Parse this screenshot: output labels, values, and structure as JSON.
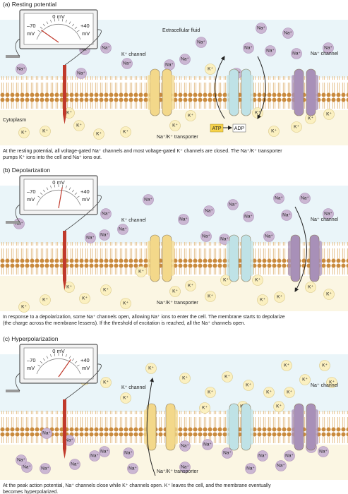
{
  "colors": {
    "extracellular": "#eaf5f9",
    "cytoplasm": "#fbf6e3",
    "lipid_head": "#c98a3d",
    "lipid_tail": "#e7c79a",
    "na_ion": "#cbb7d3",
    "k_ion": "#fbf0c0",
    "k_channel": "#f3d88a",
    "na_channel": "#a890b8",
    "transporter": "#bfe2e6",
    "electrode": "#c0392b"
  },
  "panels": [
    {
      "title": "(a) Resting potential",
      "meter": {
        "zero": "0 mV",
        "minus": "–70",
        "plus": "+40",
        "unit_left": "mV",
        "unit_right": "mV",
        "needle_value": -70
      },
      "labels": {
        "extracellular": "Extracellular fluid",
        "cytoplasm": "Cytoplasm",
        "k_channel": "K⁺ channel",
        "na_channel": "Na⁺ channel",
        "transporter": "Na⁺/K⁺ transporter",
        "atp": "ATP",
        "adp": "ADP"
      },
      "caption": [
        "At the resting potential, all voltage-gated Na⁺ channels and most voltage-gated K⁺ channels are closed. The Na⁺/K⁺ transporter",
        "pumps K⁺ ions into the cell and Na⁺ ions out."
      ]
    },
    {
      "title": "(b) Depolarization",
      "meter": {
        "zero": "0 mV",
        "minus": "–70",
        "plus": "+40",
        "unit_left": "mV",
        "unit_right": "mV",
        "needle_value": 5
      },
      "labels": {
        "k_channel": "K⁺ channel",
        "na_channel": "Na⁺ channel",
        "transporter": "Na⁺/K⁺ transporter"
      },
      "caption": [
        "In response to a depolarization, some Na⁺ channels open, allowing Na⁺ ions to enter the cell. The membrane starts to depolarize",
        "(the charge across the membrane lessens). If the threshold of excitation is reached, all the Na⁺ channels open."
      ]
    },
    {
      "title": "(c) Hyperpolarization",
      "meter": {
        "zero": "0 mV",
        "minus": "–70",
        "plus": "+40",
        "unit_left": "mV",
        "unit_right": "mV",
        "needle_value": 30
      },
      "labels": {
        "k_channel": "K⁺ channel",
        "na_channel": "Na⁺ channel",
        "transporter": "Na⁺/K⁺ transporter"
      },
      "caption": [
        "At the peak action potential, Na⁺ channels close while K⁺ channels open. K⁺ leaves the cell, and the membrane eventually",
        "becomes hyperpolarized."
      ]
    }
  ],
  "ions": {
    "na": "Na⁺",
    "k": "K⁺"
  }
}
